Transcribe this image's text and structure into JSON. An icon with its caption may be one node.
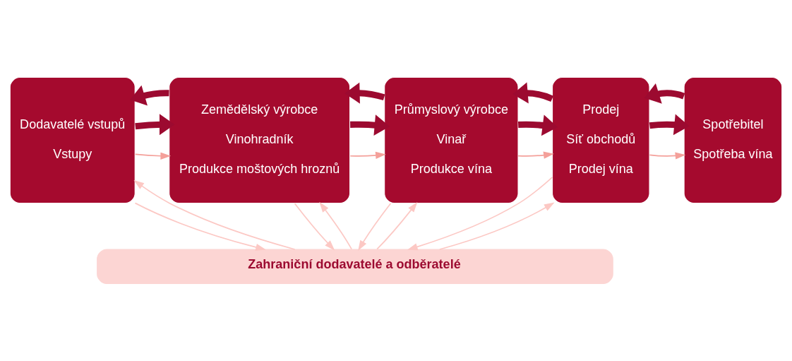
{
  "diagram": {
    "nodes": [
      {
        "text": [
          "Dodavatelé vstupů",
          "Vstupy"
        ]
      },
      {
        "text": [
          "Zemědělský výrobce",
          "Vinohradník",
          "Produkce moštových hroznů"
        ]
      },
      {
        "text": [
          "Průmyslový výrobce",
          "Vinař",
          "Produkce vína"
        ]
      },
      {
        "text": [
          "Prodej",
          "Síť obchodů",
          "Prodej vína"
        ]
      },
      {
        "text": [
          "Spotřebitel",
          "Spotřeba vína"
        ]
      },
      {
        "text": [
          "Zahraniční dodavatelé a odběratelé"
        ]
      }
    ],
    "edges": [
      {
        "from": 0,
        "to": 1,
        "arrow": "to",
        "color": "#f4a09a"
      },
      {
        "from": 1,
        "to": 2,
        "arrow": "to",
        "color": "#f4a09a"
      },
      {
        "from": 2,
        "to": 3,
        "arrow": "to",
        "color": "#f4a09a"
      },
      {
        "from": 3,
        "to": 4,
        "arrow": "to",
        "color": "#f4a09a"
      },
      {
        "from": 0,
        "to": 1,
        "arrow": "to",
        "style": "thick",
        "color": "#9c0a30"
      },
      {
        "from": 1,
        "to": 2,
        "arrow": "to",
        "style": "thick",
        "color": "#9c0a30"
      },
      {
        "from": 2,
        "to": 3,
        "arrow": "to",
        "style": "thick",
        "color": "#9c0a30"
      },
      {
        "from": 3,
        "to": 4,
        "arrow": "to",
        "style": "thick",
        "color": "#9c0a30"
      },
      {
        "from": 1,
        "to": 0,
        "arrow": "to",
        "style": "thick",
        "color": "#9c0a30"
      },
      {
        "from": 2,
        "to": 1,
        "arrow": "to",
        "style": "thick",
        "color": "#9c0a30"
      },
      {
        "from": 3,
        "to": 2,
        "arrow": "to",
        "style": "thick",
        "color": "#9c0a30"
      },
      {
        "from": 4,
        "to": 3,
        "arrow": "to",
        "style": "thick",
        "color": "#9c0a30"
      },
      {
        "from": 5,
        "to": 0,
        "arrow": "to",
        "color": "#fcc8c4"
      },
      {
        "from": 0,
        "to": 5,
        "arrow": "to",
        "color": "#fcc8c4"
      },
      {
        "from": 5,
        "to": 1,
        "arrow": "to",
        "color": "#fcc8c4"
      },
      {
        "from": 1,
        "to": 5,
        "arrow": "to",
        "color": "#fcc8c4"
      },
      {
        "from": 5,
        "to": 2,
        "arrow": "to",
        "color": "#fcc8c4"
      },
      {
        "from": 2,
        "to": 5,
        "arrow": "to",
        "color": "#fcc8c4"
      },
      {
        "from": 5,
        "to": 3,
        "arrow": "to",
        "color": "#fcc8c4"
      },
      {
        "from": 3,
        "to": 5,
        "arrow": "to",
        "color": "#fcc8c4"
      }
    ]
  }
}
